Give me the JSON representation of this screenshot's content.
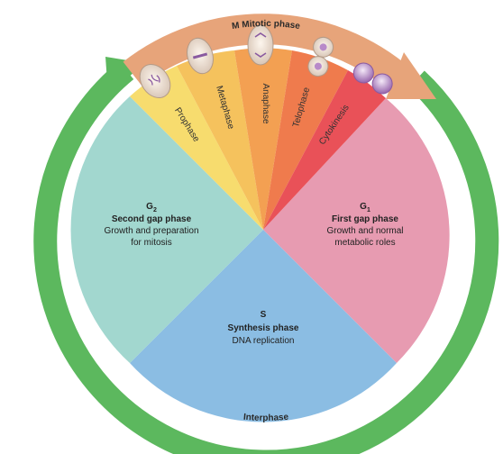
{
  "colors": {
    "g1": "#e79bb1",
    "s": "#8bbde3",
    "g2": "#a2d7cf",
    "interphase_ring": "#5cb85e",
    "mitotic_arc": "#e7a47a",
    "prophase": "#f7dc6e",
    "metaphase": "#f5c25d",
    "anaphase": "#f3a052",
    "telophase": "#ef7b4d",
    "cytokinesis": "#e95158"
  },
  "labels": {
    "mitotic_phase": "M Mitotic phase",
    "interphase": "Interphase",
    "prophase": "Prophase",
    "metaphase": "Metaphase",
    "anaphase": "Anaphase",
    "telophase": "Telophase",
    "cytokinesis": "Cytokinesis"
  },
  "g1": {
    "symbol": "G",
    "sub": "1",
    "title": "First gap phase",
    "desc1": "Growth and normal",
    "desc2": "metabolic roles"
  },
  "g2": {
    "symbol": "G",
    "sub": "2",
    "title": "Second gap phase",
    "desc1": "Growth and preparation",
    "desc2": "for mitosis"
  },
  "s": {
    "symbol": "S",
    "title": "Synthesis phase",
    "desc1": "DNA replication"
  }
}
